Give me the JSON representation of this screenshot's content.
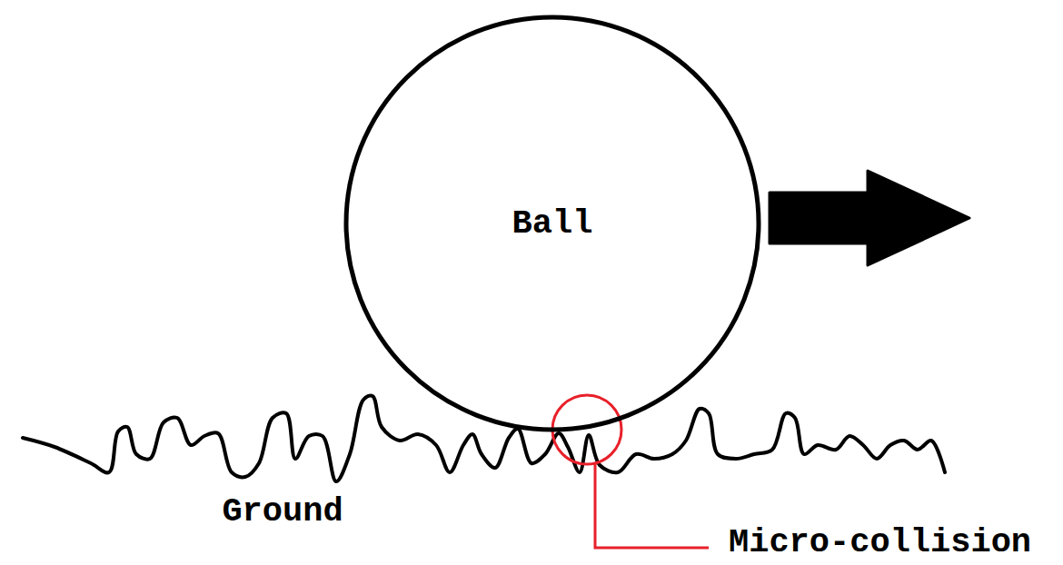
{
  "diagram": {
    "nodes": [
      {
        "text": [
          "Ball"
        ]
      }
    ],
    "labels": [
      "Ground",
      "Micro-collision"
    ]
  }
}
